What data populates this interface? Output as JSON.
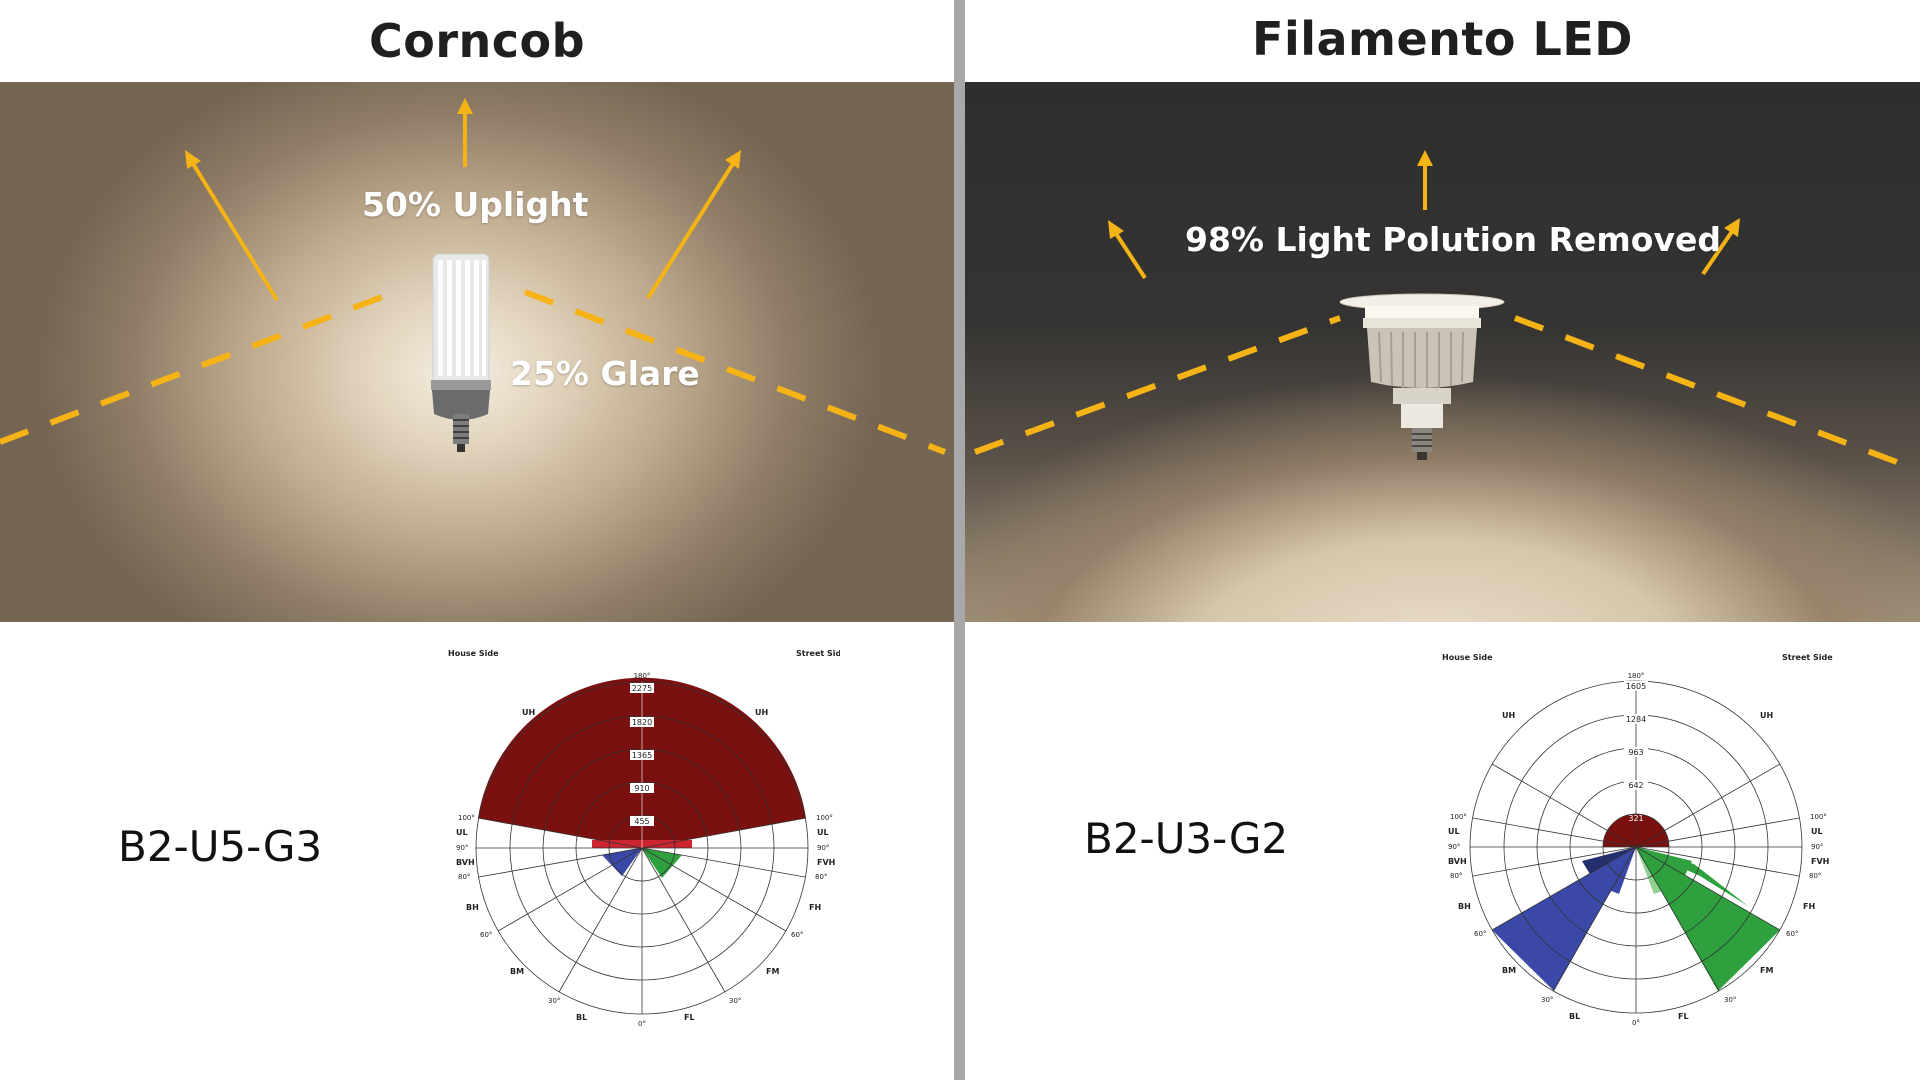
{
  "left": {
    "title": "Corncob",
    "uplight_label": "50% Uplight",
    "glare_label": "25% Glare",
    "rating": "B2-U5-G3",
    "bug": {
      "house_side": "House Side",
      "street_side": "Street Side",
      "angle_180": "180°",
      "ring_values": [
        "2275",
        "1820",
        "1365",
        "910",
        "455"
      ],
      "zone_labels": {
        "uh_left": "UH",
        "uh_right": "UH",
        "ul_left": "UL",
        "ul_right": "UL",
        "bvh": "BVH",
        "fvh": "FVH",
        "bh": "BH",
        "fh": "FH",
        "bm": "BM",
        "fm": "FM",
        "bl": "BL",
        "fl": "FL"
      },
      "angle_labels": {
        "a100_l": "100°",
        "a100_r": "100°",
        "a90_l": "90°",
        "a90_r": "90°",
        "a80_l": "80°",
        "a80_r": "80°",
        "a60_l": "60°",
        "a60_r": "60°",
        "a30_l": "30°",
        "a30_r": "30°",
        "a0": "0°"
      },
      "colors": {
        "uplight": "#7a1010",
        "back": "#3a49a8",
        "front": "#2ea13e"
      }
    }
  },
  "right": {
    "title": "Filamento LED",
    "pollution_label": "98% Light Polution Removed",
    "rating": "B2-U3-G2",
    "bug": {
      "house_side": "House Side",
      "street_side": "Street Side",
      "angle_180": "180°",
      "ring_values": [
        "1605",
        "1284",
        "963",
        "642",
        "321"
      ],
      "zone_labels": {
        "uh_left": "UH",
        "uh_right": "UH",
        "ul_left": "UL",
        "ul_right": "UL",
        "bvh": "BVH",
        "fvh": "FVH",
        "bh": "BH",
        "fh": "FH",
        "bm": "BM",
        "fm": "FM",
        "bl": "BL",
        "fl": "FL"
      },
      "angle_labels": {
        "a100_l": "100°",
        "a100_r": "100°",
        "a90_l": "90°",
        "a90_r": "90°",
        "a80_l": "80°",
        "a80_r": "80°",
        "a60_l": "60°",
        "a60_r": "60°",
        "a30_l": "30°",
        "a30_r": "30°",
        "a0": "0°"
      },
      "colors": {
        "uplight": "#7a1010",
        "back": "#3a49a8",
        "front": "#2ea13e"
      }
    }
  },
  "accent_color": "#f5b316"
}
